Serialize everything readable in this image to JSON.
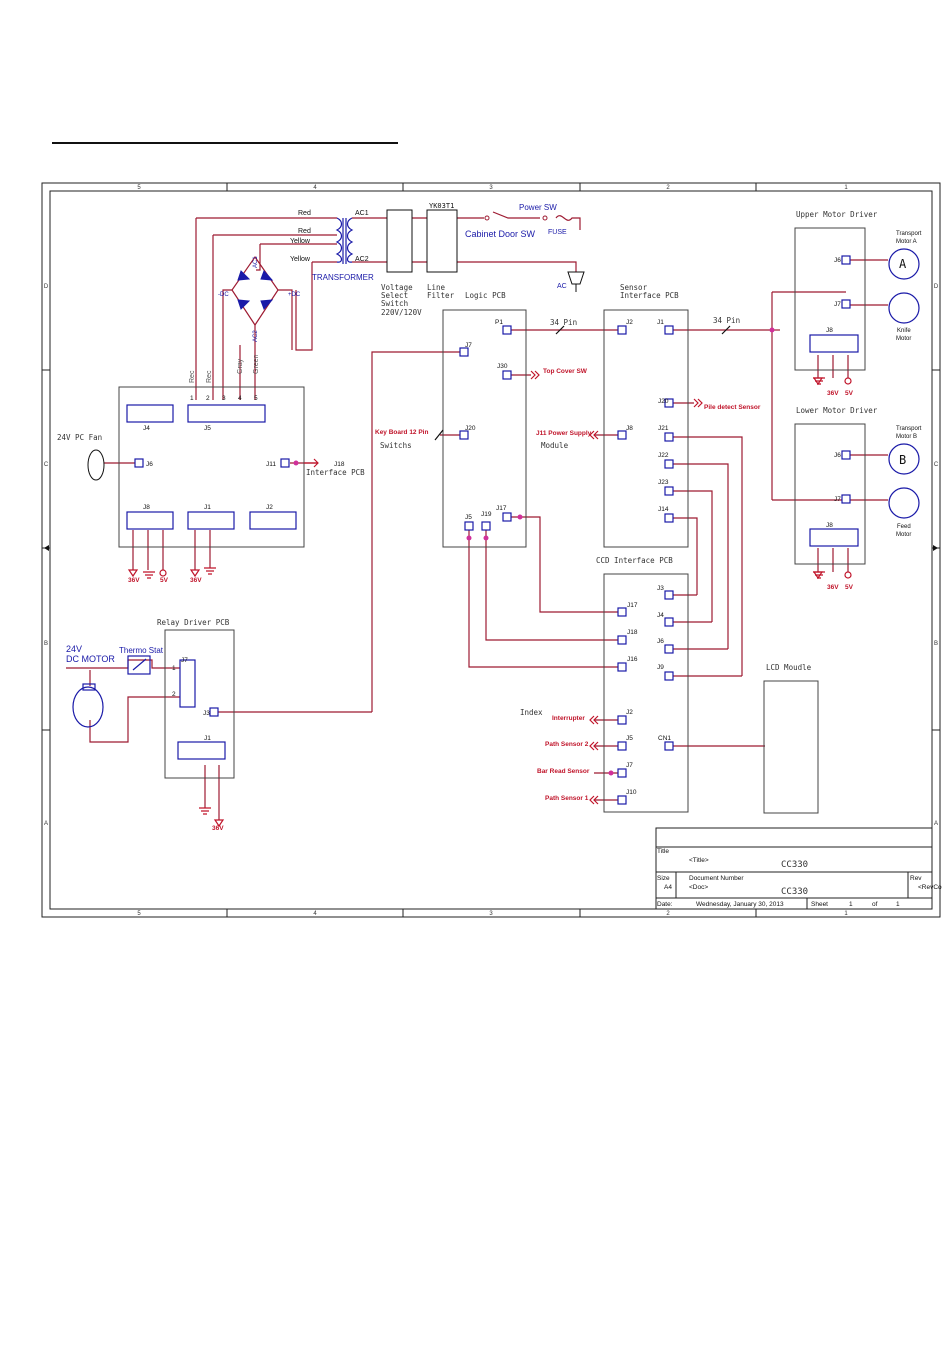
{
  "colors": {
    "wire": "#9e1b32",
    "label_red": "#c0142a",
    "component_blue": "#1a1aa8",
    "pin_magenta": "#d0309a",
    "frame": "#222222"
  },
  "frame": {
    "zones_top": [
      "5",
      "4",
      "3",
      "2",
      "1"
    ],
    "zones_bottom": [
      "5",
      "4",
      "3",
      "2",
      "1"
    ],
    "zones_left": [
      "D",
      "C",
      "B",
      "A"
    ],
    "zones_right": [
      "D",
      "C",
      "B",
      "A"
    ]
  },
  "power": {
    "wire_red_1": "Red",
    "wire_red_2": "Red",
    "wire_yellow_1": "Yellow",
    "wire_yellow_2": "Yellow",
    "ac1": "AC1",
    "ac2": "AC2",
    "transformer": "TRANSFORMER",
    "bridge_ac1": "AC1",
    "bridge_ac2": "AC2",
    "bridge_neg": "-DC",
    "bridge_pos": "+DC",
    "vss_label": [
      "Voltage",
      "Select",
      "Switch",
      "220V/120V"
    ],
    "line_filter_label": [
      "Line",
      "Filter"
    ],
    "line_filter_part": "YK03T1",
    "cabinet_sw": "Cabinet Door SW",
    "power_sw": "Power SW",
    "fuse": "FUSE",
    "ac": "AC",
    "wire_rec_1": "Rec",
    "wire_rec_2": "Rec",
    "wire_gray": "Gray",
    "wire_green": "Green"
  },
  "power_board": {
    "fan_label": "24V PC Fan",
    "j4": "J4",
    "j5": "J5",
    "j6": "J6",
    "j11": "J11",
    "j18": "J18",
    "interface": "Interface PCB",
    "j8": "J8",
    "j1": "J1",
    "j2": "J2",
    "v36": "36V",
    "v5": "5V",
    "v36b": "36V",
    "pins_j5": [
      "1",
      "2",
      "3",
      "4",
      "5"
    ]
  },
  "logic": {
    "title": "Logic PCB",
    "j7": "J7",
    "p1": "P1",
    "j30": "J30",
    "top_cover": "Top Cover SW",
    "keyboard": "Key Board 12 Pin",
    "switchs": "Switchs",
    "j20": "J20",
    "j5": "J5",
    "j19": "J19",
    "j17": "J17",
    "pin34_a": "34 Pin",
    "pin34_b": "34 Pin"
  },
  "sensor": {
    "title": [
      "Sensor",
      "Interface PCB"
    ],
    "j2": "J2",
    "j1": "J1",
    "j20": "J20",
    "pile": "Pile detect Sensor",
    "j11ps": "J11 Power Supply",
    "module": "Module",
    "j8": "J8",
    "j21": "J21",
    "j22": "J22",
    "j23": "J23",
    "j14": "J14"
  },
  "ccd": {
    "title": "CCD Interface PCB",
    "j3": "J3",
    "j4": "J4",
    "j6": "J6",
    "j9": "J9",
    "j17": "J17",
    "j18": "J18",
    "j16": "J16",
    "index": "Index",
    "interrupter": "Interrupter",
    "j2": "J2",
    "path2": "Path Sensor 2",
    "j5": "J5",
    "barread": "Bar Read Sensor",
    "j7": "J7",
    "path1": "Path Sensor 1",
    "j10": "J10",
    "cn1": "CN1"
  },
  "lcd": {
    "title": "LCD Moudle"
  },
  "upper": {
    "title": "Upper Motor Driver",
    "j6": "J6",
    "j7": "J7",
    "j8": "J8",
    "motor_a": [
      "Transport",
      "Motor A"
    ],
    "a": "A",
    "knife": [
      "Knife",
      "Motor"
    ],
    "v36": "36V",
    "v5": "5V"
  },
  "lower": {
    "title": "Lower Motor Driver",
    "j6": "J6",
    "j7": "J7",
    "j8": "J8",
    "motor_b": [
      "Transport",
      "Motor B"
    ],
    "b": "B",
    "feed": [
      "Feed",
      "Motor"
    ],
    "v36": "36V",
    "v5": "5V"
  },
  "relay": {
    "title": "Relay Driver PCB",
    "motor": [
      "24V",
      "DC MOTOR"
    ],
    "thermo": "Thermo Stat",
    "j7": "J7",
    "j3": "J3",
    "j1": "J1",
    "pin1": "1",
    "pin2": "2",
    "v36": "36V"
  },
  "title_block": {
    "title_label": "Title",
    "title_value": "<Title>",
    "name_1": "CC330",
    "size_label": "Size",
    "size_value": "A4",
    "docnum_label": "Document Number",
    "doc_value": "<Doc>",
    "name_2": "CC330",
    "rev_label": "Rev",
    "rev_value": "<RevCo",
    "date_label": "Date:",
    "date_value": "Wednesday, January 30, 2013",
    "sheet_label": "Sheet",
    "sheet_num": "1",
    "of_label": "of",
    "sheet_total": "1"
  }
}
